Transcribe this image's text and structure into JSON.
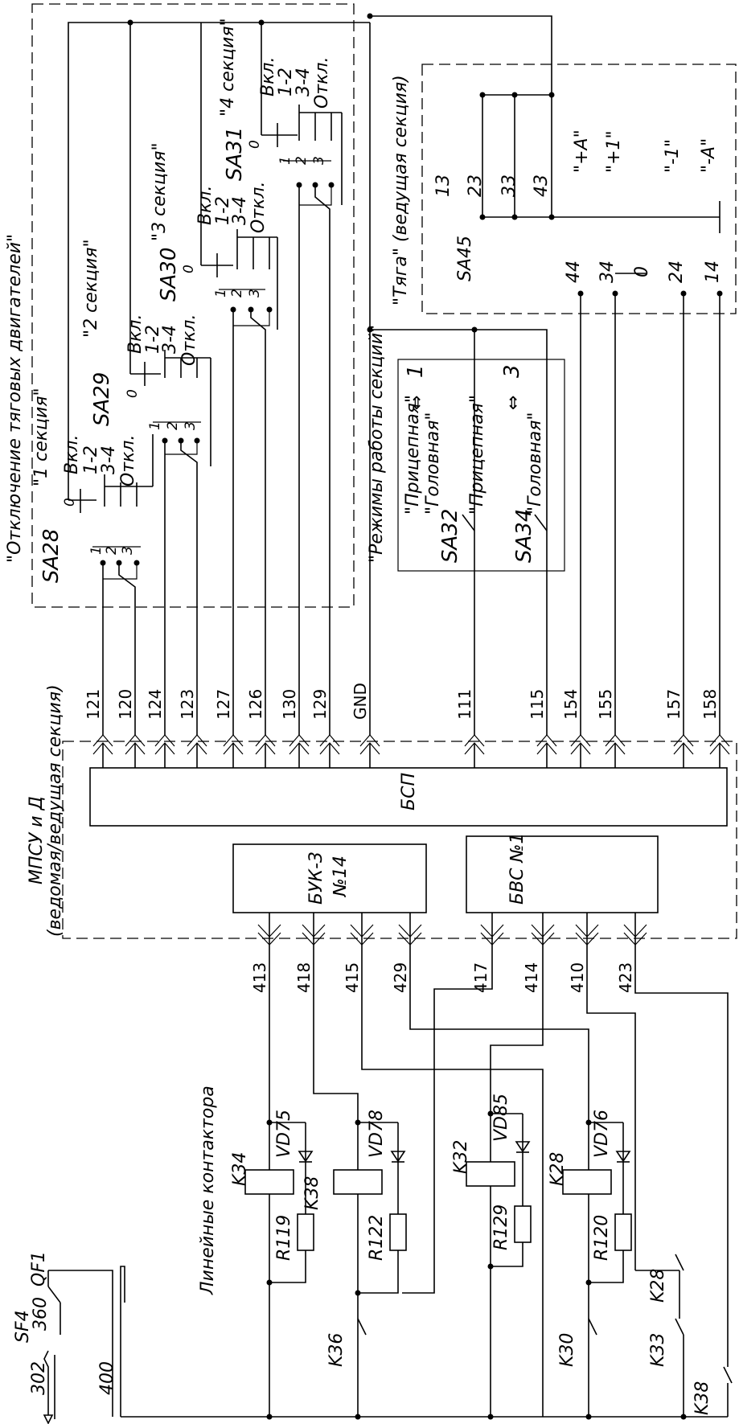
{
  "top": {
    "motors_group_label": "\"Отключение тяговых двигателей\"",
    "sections": [
      {
        "name": "SA28",
        "section": "\"1 секция\""
      },
      {
        "name": "SA29",
        "section": "\"2 секция\""
      },
      {
        "name": "SA30",
        "section": "\"3 секция\""
      },
      {
        "name": "SA31",
        "section": "\"4 секция\""
      }
    ],
    "switch_positions": [
      "0",
      "Вкл.",
      "1-2",
      "3-4",
      "Откл."
    ],
    "switch_contacts": [
      "1",
      "2",
      "3"
    ],
    "modes_label": "\"Режимы работы секций\"",
    "modes": [
      {
        "name": "SA32",
        "pos_a": "\"Прицепная\"",
        "pos_b": "\"Головная\"",
        "num": "1"
      },
      {
        "name": "SA34",
        "pos_a": "\"Прицепная\"",
        "pos_b": "\"Головная\"",
        "num": "3"
      }
    ],
    "traction_label": "\"Тяга\" (ведущая секция)",
    "traction_name": "SA45",
    "traction_top_nums": [
      "13",
      "23",
      "33",
      "43"
    ],
    "traction_signs": [
      "\"+A\"",
      "\"+1\"",
      "\"-1\"",
      "\"-A\""
    ],
    "traction_bottom_nums": [
      "44",
      "34",
      "0",
      "24",
      "14"
    ]
  },
  "wires_top": [
    "121",
    "120",
    "124",
    "123",
    "127",
    "126",
    "130",
    "129",
    "GND",
    "111",
    "115",
    "154",
    "155",
    "157",
    "158"
  ],
  "mpsu": {
    "label_line1": "МПСУ и Д",
    "label_line2": "(ведомая/ведущая секция)",
    "bsp": "БСП",
    "buk_line1": "БУК-3",
    "buk_line2": "№14",
    "bvs": "БВС №1"
  },
  "wires_bottom": [
    "413",
    "418",
    "415",
    "429",
    "417",
    "414",
    "410",
    "423"
  ],
  "bottom": {
    "line_contactors_label": "Линейные контактора",
    "sf4": "SF4",
    "qf1": "QF1",
    "n302": "302",
    "n360": "360",
    "n400": "400",
    "coils": [
      {
        "k": "K34",
        "vd": "VD75",
        "kk": "K38",
        "r": "R119"
      },
      {
        "k": "",
        "vd": "VD78",
        "kk": "",
        "r": "R122"
      },
      {
        "k": "K32",
        "vd": "VD85",
        "kk": "",
        "r": "R129"
      },
      {
        "k": "K28",
        "vd": "VD76",
        "kk": "",
        "r": "R120"
      }
    ],
    "contacts": [
      "K36",
      "K30",
      "K33",
      "K38",
      "K28"
    ]
  }
}
